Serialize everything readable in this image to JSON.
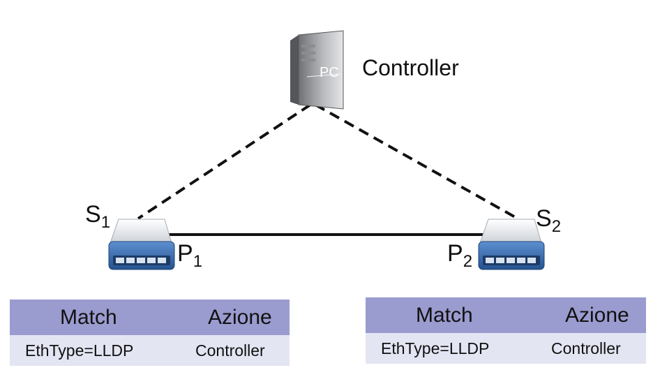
{
  "controller": {
    "label": "Controller",
    "icon_text": "PC",
    "icon": "server-tower-icon"
  },
  "switches": [
    {
      "name": "S",
      "sub": "1",
      "port_name": "P",
      "port_sub": "1",
      "icon": "network-switch-icon"
    },
    {
      "name": "S",
      "sub": "2",
      "port_name": "P",
      "port_sub": "2",
      "icon": "network-switch-icon"
    }
  ],
  "links": {
    "control": "dashed",
    "data": "solid"
  },
  "tables": [
    {
      "headers": [
        "Match",
        "Azione"
      ],
      "rows": [
        [
          "EthType=LLDP",
          "Controller"
        ]
      ]
    },
    {
      "headers": [
        "Match",
        "Azione"
      ],
      "rows": [
        [
          "EthType=LLDP",
          "Controller"
        ]
      ]
    }
  ],
  "colors": {
    "table_header": "#9a9bcf",
    "table_row": "#e4e5f3",
    "switch_body": "#3b6fb3"
  }
}
